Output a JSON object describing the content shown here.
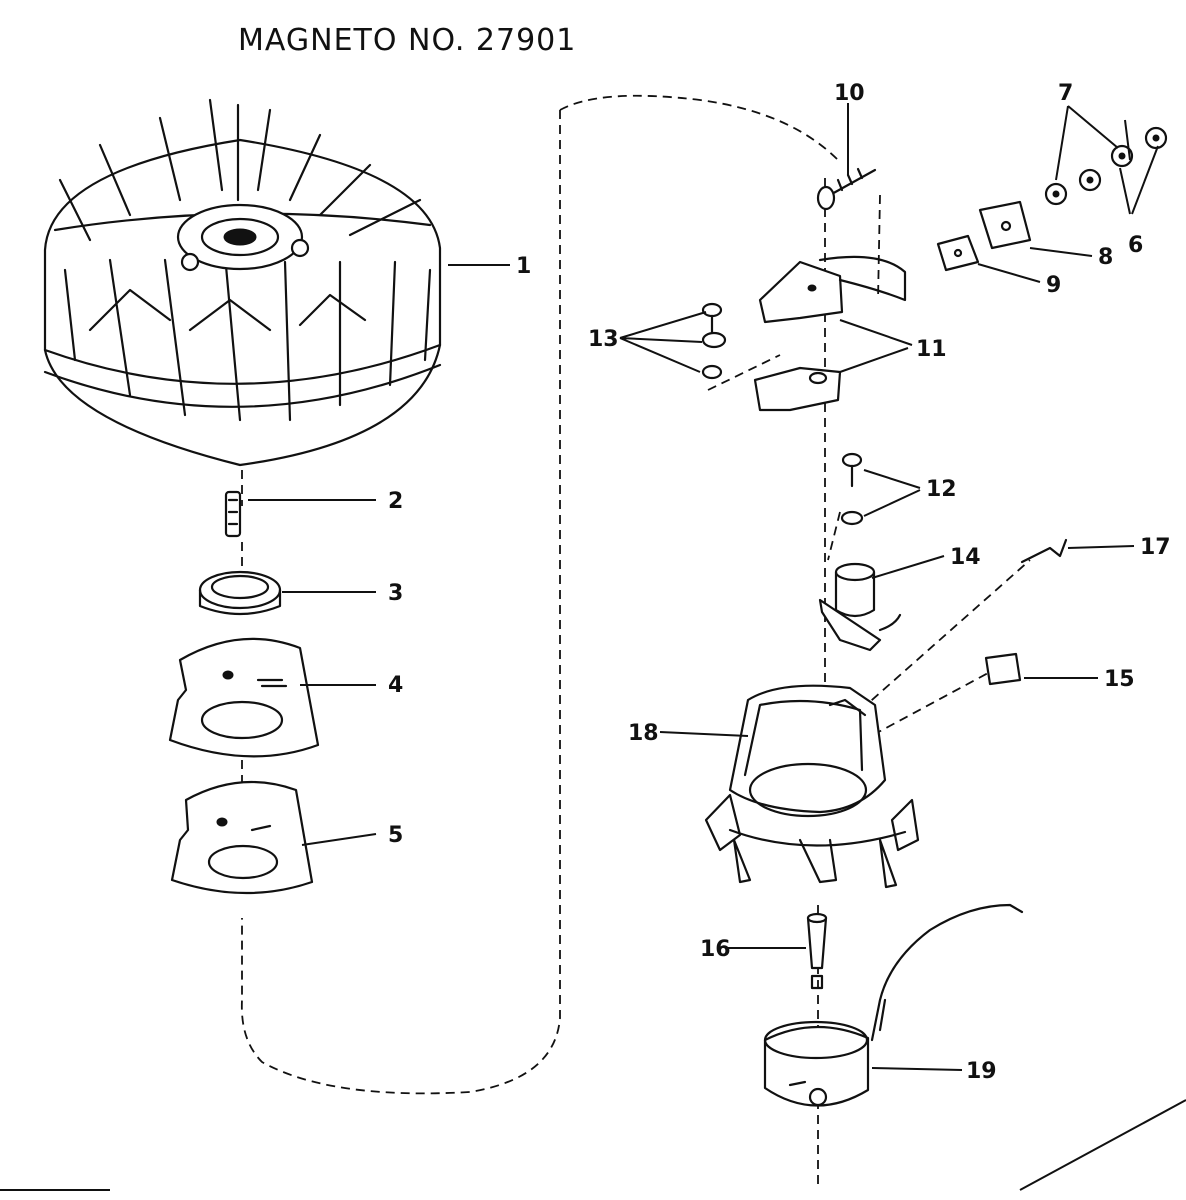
{
  "title": "MAGNETO  NO. 27901",
  "parts": [
    {
      "id": "flywheel",
      "label": "1"
    },
    {
      "id": "key",
      "label": "2"
    },
    {
      "id": "hub-ring",
      "label": "3"
    },
    {
      "id": "plate-a",
      "label": "4"
    },
    {
      "id": "plate-b",
      "label": "5"
    },
    {
      "id": "nut-6",
      "label": "6"
    },
    {
      "id": "nut-7",
      "label": "7"
    },
    {
      "id": "clip-8",
      "label": "8"
    },
    {
      "id": "clip-9",
      "label": "9"
    },
    {
      "id": "screw-10",
      "label": "10"
    },
    {
      "id": "bracket-11",
      "label": "11"
    },
    {
      "id": "screw-12",
      "label": "12"
    },
    {
      "id": "screw-13",
      "label": "13"
    },
    {
      "id": "condenser",
      "label": "14"
    },
    {
      "id": "felt-pad",
      "label": "15"
    },
    {
      "id": "cam-16",
      "label": "16"
    },
    {
      "id": "spring-clip-17",
      "label": "17"
    },
    {
      "id": "stator-base",
      "label": "18"
    },
    {
      "id": "coil",
      "label": "19"
    }
  ]
}
